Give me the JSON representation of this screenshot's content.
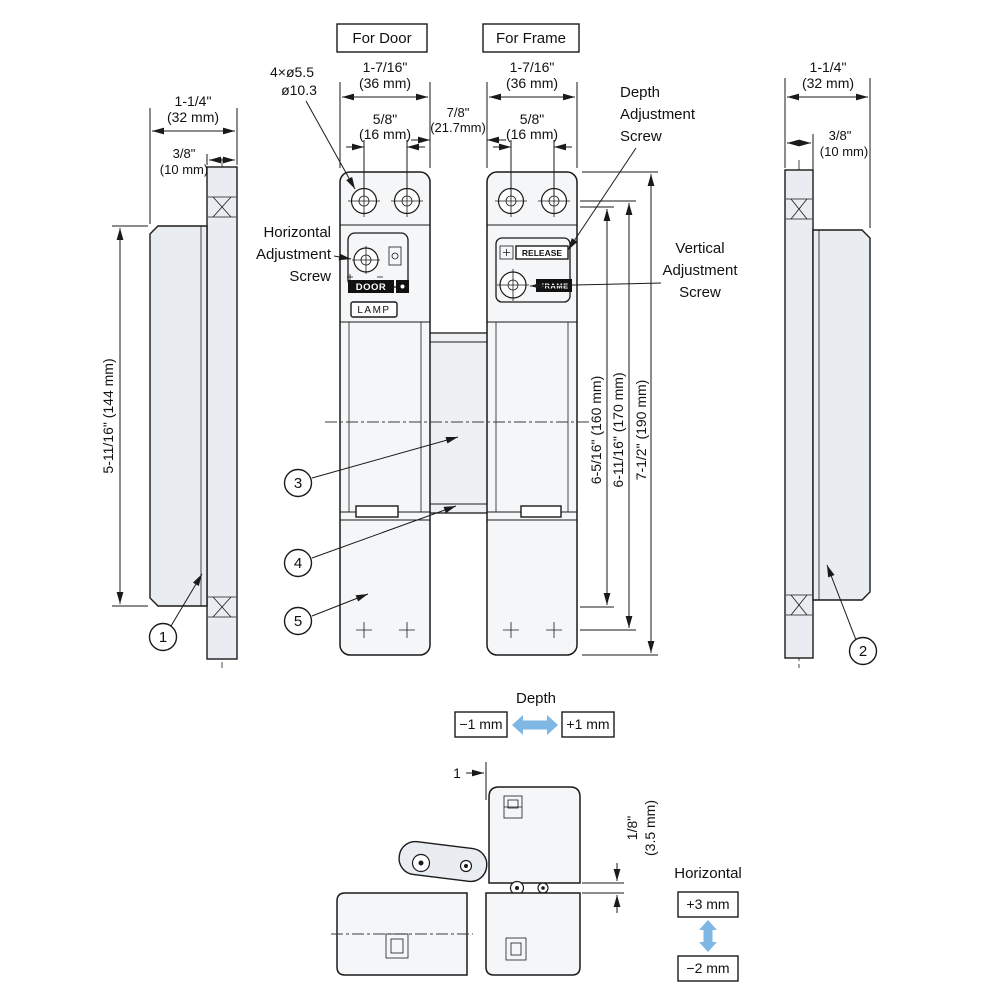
{
  "colors": {
    "line": "#1a1a1a",
    "plate_fill": "#e9edf2",
    "body_fill": "#f4f6f8",
    "arrow_blue": "#7eb6e4"
  },
  "headers": {
    "for_door": "For Door",
    "for_frame": "For Frame"
  },
  "dims": {
    "hole_spec": [
      "4×ø5.5",
      "ø10.3"
    ],
    "door_width_in": "1-7/16\"",
    "door_width_mm": "(36 mm)",
    "frame_width_in": "1-7/16\"",
    "frame_width_mm": "(36 mm)",
    "gap_in": "7/8\"",
    "gap_mm": "(21.7mm)",
    "door_pitch_in": "5/8\"",
    "door_pitch_mm": "(16 mm)",
    "frame_pitch_in": "5/8\"",
    "frame_pitch_mm": "(16 mm)",
    "left_width_in": "1-1/4\"",
    "left_width_mm": "(32 mm)",
    "left_inset_in": "3/8\"",
    "left_inset_mm": "(10 mm)",
    "right_width_in": "1-1/4\"",
    "right_width_mm": "(32 mm)",
    "right_inset_in": "3/8\"",
    "right_inset_mm": "(10 mm)",
    "left_height": "5-11/16\" (144 mm)",
    "height_160": "6-5/16\" (160 mm)",
    "height_170": "6-11/16\" (170 mm)",
    "height_190": "7-1/2\" (190 mm)",
    "detail_offset": "1",
    "detail_gap_in": "1/8\"",
    "detail_gap_mm": "(3.5 mm)"
  },
  "annotations": {
    "depth": [
      "Depth",
      "Adjustment",
      "Screw"
    ],
    "horizontal": [
      "Horizontal",
      "Adjustment",
      "Screw"
    ],
    "vertical": [
      "Vertical",
      "Adjustment",
      "Screw"
    ]
  },
  "callouts": {
    "c1": "1",
    "c2": "2",
    "c3": "3",
    "c4": "4",
    "c5": "5"
  },
  "part_labels": {
    "door_tag": "DOOR",
    "lamp_tag": "LAMP",
    "release_tag": "RELEASE",
    "frame_tag": "FRAME"
  },
  "adjust_ranges": {
    "depth_title": "Depth",
    "depth_neg": "−1 mm",
    "depth_pos": "+1 mm",
    "horizontal_title": "Horizontal",
    "horizontal_pos": "+3 mm",
    "horizontal_neg": "−2 mm"
  }
}
